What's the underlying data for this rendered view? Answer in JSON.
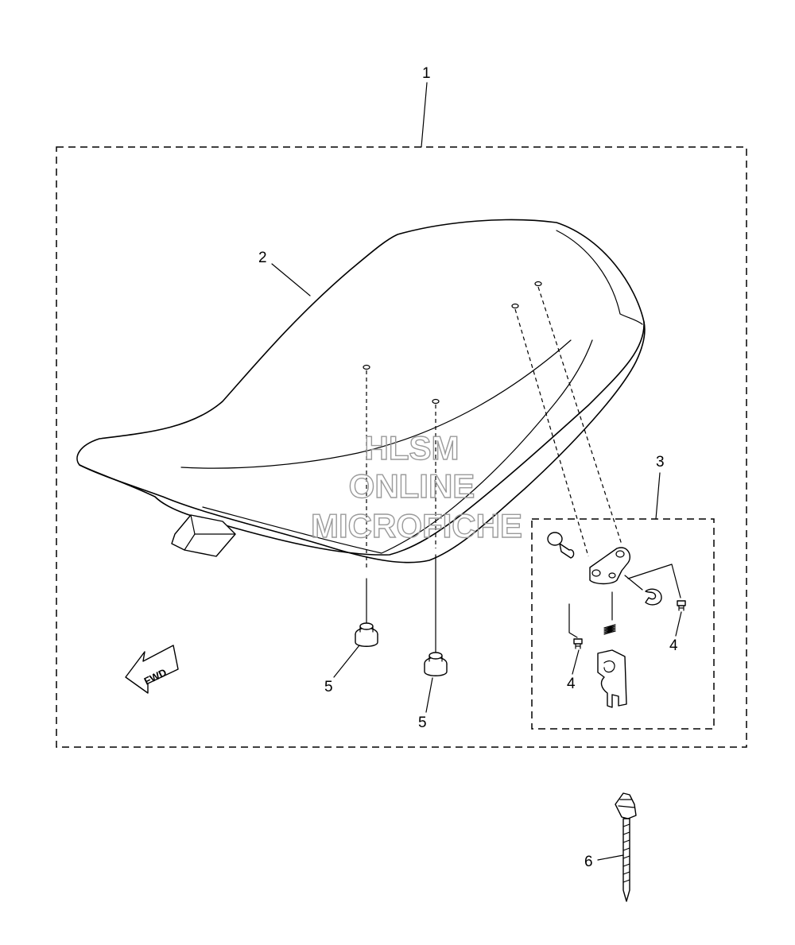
{
  "callouts": {
    "c1": "1",
    "c2": "2",
    "c3": "3",
    "c4a": "4",
    "c4b": "4",
    "c5a": "5",
    "c5b": "5",
    "c6": "6"
  },
  "fwd_label": "FWD",
  "watermark": {
    "line1": "HLSM",
    "line2": "ONLINE",
    "line3": "MICROFICHE"
  }
}
